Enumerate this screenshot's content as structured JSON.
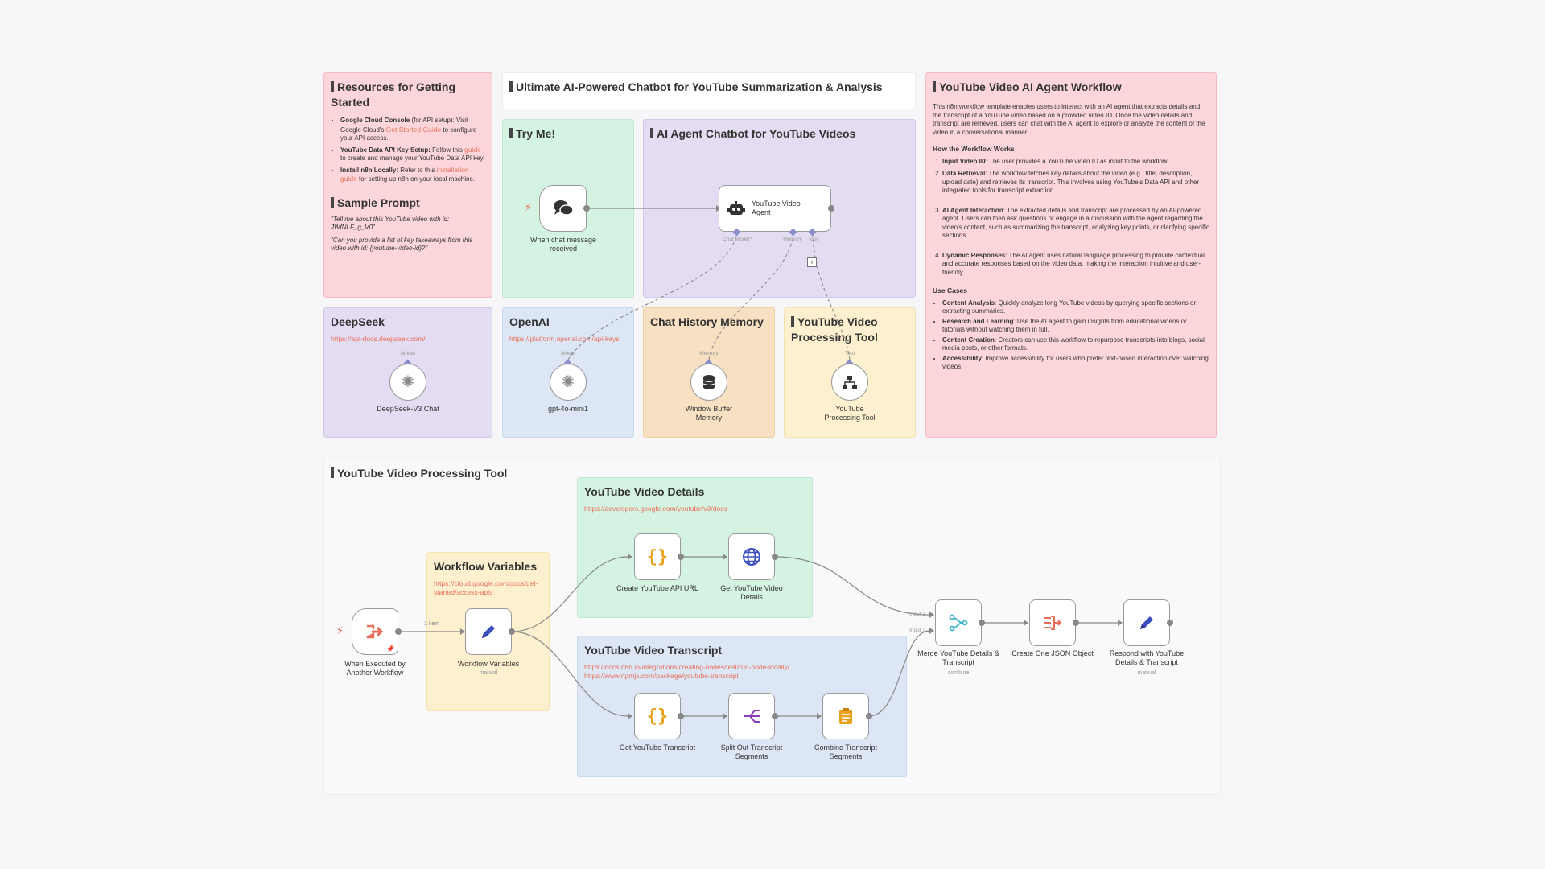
{
  "notes": {
    "resources": {
      "title": "Resources for Getting Started",
      "items": [
        {
          "bold": "Google Cloud Console",
          "pre": " (for API setup): Visit Google Cloud's ",
          "link": "Get Started Guide",
          "post": " to configure your API access."
        },
        {
          "bold": "YouTube Data API Key Setup:",
          "pre": " Follow this ",
          "link": "guide",
          "post": " to create and manage your YouTube Data API key."
        },
        {
          "bold": "Install n8n Locally:",
          "pre": " Refer to this ",
          "link": "installation guide",
          "post": " for setting up n8n on your local machine."
        }
      ],
      "sample_title": "Sample Prompt",
      "sample_1": "\"Tell me about this YouTube video with id: JWfNLF_g_V0\"",
      "sample_2": "\"Can you provide a list of key takeaways from this video with id: {youtube-video-id}?\""
    },
    "main_title": "Ultimate AI-Powered Chatbot for YouTube Summarization & Analysis",
    "try_me": "Try Me!",
    "agent_chatbot": "AI Agent Chatbot for YouTube Videos",
    "deepseek": {
      "title": "DeepSeek",
      "link": "https://api-docs.deepseek.com/"
    },
    "openai": {
      "title": "OpenAI",
      "link": "https://platform.openai.com/api-keys"
    },
    "chat_memory": {
      "title": "Chat History Memory"
    },
    "processing_tool_note": {
      "title": "YouTube Video Processing Tool"
    },
    "workflow": {
      "title": "YouTube Video AI Agent Workflow",
      "intro": "This n8n workflow template enables users to interact with an AI agent that extracts details and the transcript of a YouTube video based on a provided video ID. Once the video details and transcript are retrieved, users can chat with the AI agent to explore or analyze the content of the video in a conversational manner.",
      "how_title": "How the Workflow Works",
      "steps": [
        {
          "bold": "Input Video ID",
          "text": ": The user provides a YouTube video ID as input to the workflow."
        },
        {
          "bold": "Data Retrieval",
          "text": ": The workflow fetches key details about the video (e.g., title, description, upload date) and retrieves its transcript. This involves using YouTube's Data API and other integrated tools for transcript extraction."
        },
        {
          "bold": "AI Agent Interaction",
          "text": ": The extracted details and transcript are processed by an AI-powered agent. Users can then ask questions or engage in a discussion with the agent regarding the video's content, such as summarizing the transcript, analyzing key points, or clarifying specific sections."
        },
        {
          "bold": "Dynamic Responses",
          "text": ": The AI agent uses natural language processing to provide contextual and accurate responses based on the video data, making the interaction intuitive and user-friendly."
        }
      ],
      "use_title": "Use Cases",
      "uses": [
        {
          "bold": "Content Analysis",
          "text": ": Quickly analyze long YouTube videos by querying specific sections or extracting summaries."
        },
        {
          "bold": "Research and Learning",
          "text": ": Use the AI agent to gain insights from educational videos or tutorials without watching them in full."
        },
        {
          "bold": "Content Creation",
          "text": ": Creators can use this workflow to repurpose transcripts into blogs, social media posts, or other formats."
        },
        {
          "bold": "Accessibility",
          "text": ": Improve accessibility for users who prefer text-based interaction over watching videos."
        }
      ]
    },
    "tool_section": {
      "title": "YouTube Video Processing Tool"
    },
    "video_details": {
      "title": "YouTube Video Details",
      "link": "https://developers.google.com/youtube/v3/docs"
    },
    "workflow_vars": {
      "title": "Workflow Variables",
      "link": "https://cloud.google.com/docs/get-started/access-apis"
    },
    "transcript": {
      "title": "YouTube Video Transcript",
      "link1": "https://docs.n8n.io/integrations/creating-nodes/test/run-node-locally/",
      "link2": "https://www.npmjs.com/package/youtube-transcript"
    }
  },
  "nodes": {
    "chat_trigger": "When chat message received",
    "agent": "YouTube Video Agent",
    "agent_ports": {
      "chat_model": "Chat Model*",
      "memory": "Memory",
      "tool": "Tool"
    },
    "deepseek": "DeepSeek-V3 Chat",
    "gpt": "gpt-4o-mini1",
    "memory": "Window Buffer Memory",
    "tool": "YouTube Processing Tool",
    "port_model": "Model",
    "port_memory": "Memory",
    "port_tool": "Tool",
    "exec_trigger": "When Executed by Another Workflow",
    "items_label": "1 item",
    "workflow_variables": "Workflow Variables",
    "workflow_variables_sub": "manual",
    "create_url": "Create YouTube API URL",
    "get_details": "Get YouTube Video Details",
    "get_transcript": "Get YouTube Transcript",
    "split_out": "Split Out Transcript Segments",
    "combine": "Combine Transcript Segments",
    "merge": "Merge YouTube Details & Transcript",
    "merge_sub": "combine",
    "input1": "Input 1",
    "input2": "Input 2",
    "json": "Create One JSON Object",
    "respond": "Respond with YouTube Details & Transcript",
    "respond_sub": "manual"
  },
  "colors": {
    "link": "#e8705b",
    "trigger": "#e8705b",
    "port": "#8a8fc9"
  },
  "icons": [
    "lightning-icon",
    "chat-icon",
    "robot-icon",
    "openai-icon",
    "database-icon",
    "sitemap-icon",
    "exit-icon",
    "pen-icon",
    "braces-icon",
    "globe-icon",
    "split-icon",
    "clipboard-icon",
    "merge-icon",
    "json-icon",
    "plus-icon"
  ]
}
